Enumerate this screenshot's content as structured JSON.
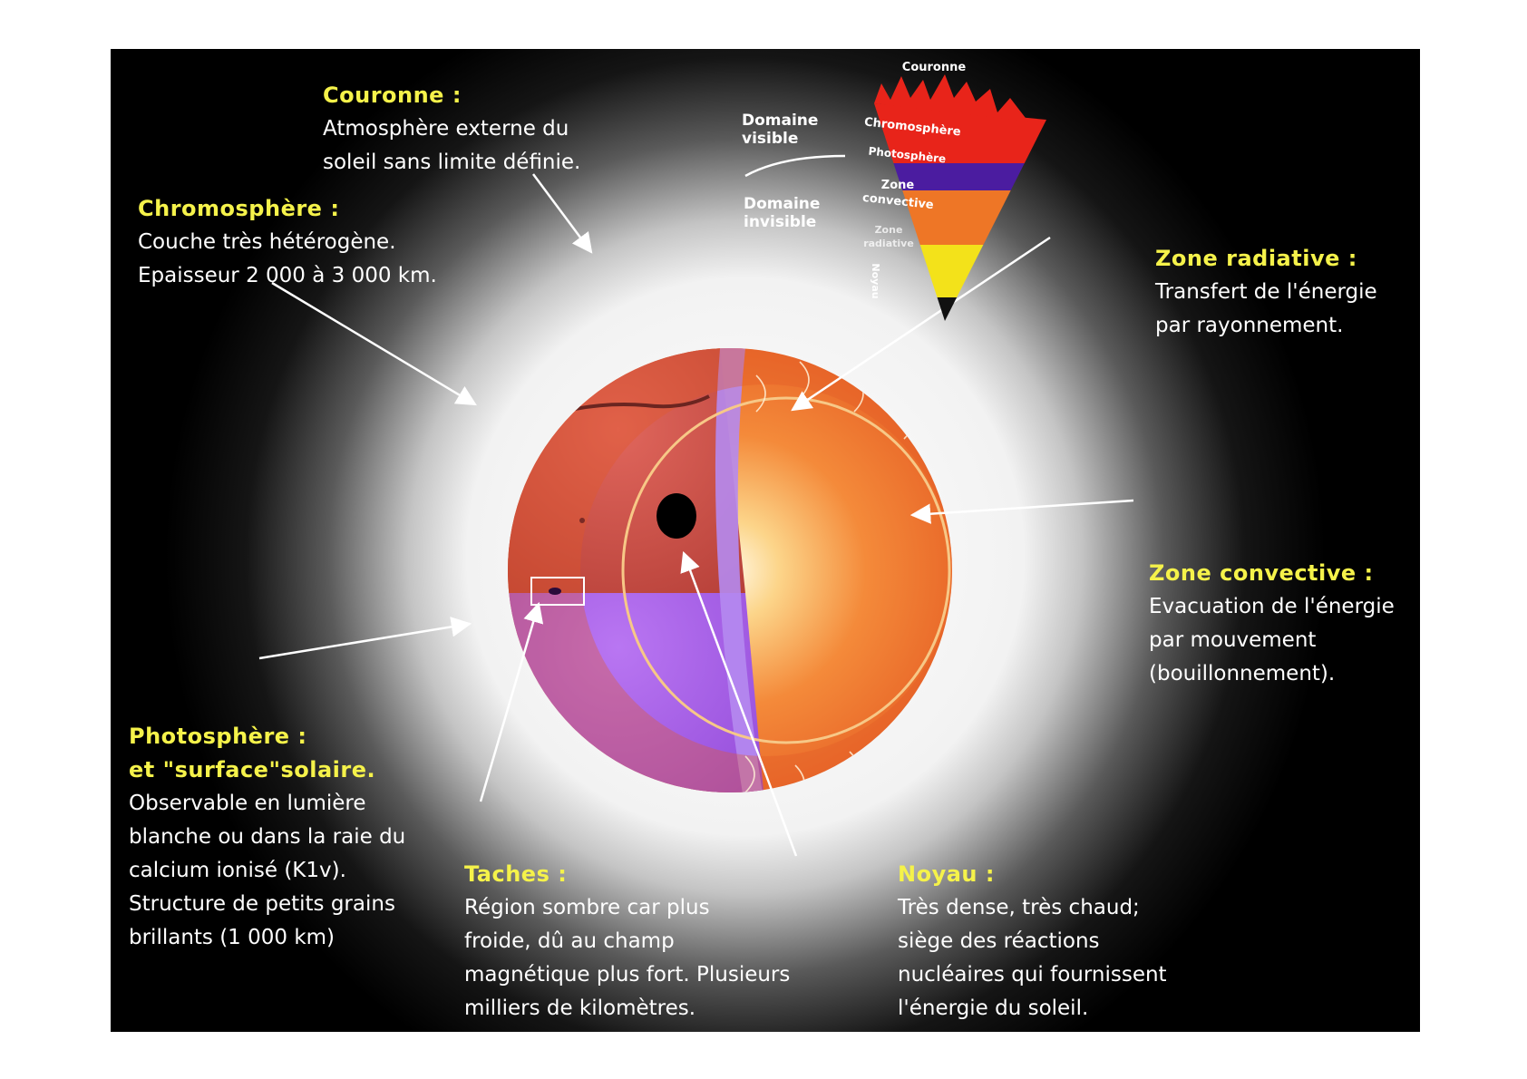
{
  "labels": {
    "couronne": {
      "title": "Couronne :",
      "lines": [
        "Atmosphère externe du",
        "soleil sans limite définie."
      ]
    },
    "chromosphere": {
      "title": "Chromosphère :",
      "lines": [
        "Couche très hétérogène.",
        "Epaisseur 2 000 à 3 000 km."
      ]
    },
    "zone_radiative": {
      "title": "Zone radiative :",
      "lines": [
        "Transfert de l'énergie",
        "par rayonnement."
      ]
    },
    "zone_convective": {
      "title": "Zone convective :",
      "lines": [
        "Evacuation de l'énergie",
        "par mouvement",
        "(bouillonnement)."
      ]
    },
    "photosphere": {
      "title": "Photosphère :",
      "title2": "et \"surface\"solaire.",
      "lines": [
        "Observable en lumière",
        "blanche ou dans la raie du",
        "calcium ionisé (K1v).",
        "Structure de petits grains",
        "brillants (1 000 km)"
      ]
    },
    "taches": {
      "title": "Taches :",
      "lines": [
        "Région sombre car plus",
        "froide, dû au champ",
        "magnétique plus fort. Plusieurs",
        "milliers de kilomètres."
      ]
    },
    "noyau": {
      "title": "Noyau :",
      "lines": [
        "Très dense, très chaud;",
        "siège des réactions",
        "nucléaires qui fournissent",
        "l'énergie du soleil."
      ]
    }
  },
  "wedge": {
    "couronne": "Couronne",
    "chromosphere": "Chromosphère",
    "photosphere": "Photosphère",
    "zone_convective_1": "Zone",
    "zone_convective_2": "convective",
    "zone_radiative_1": "Zone",
    "zone_radiative_2": "radiative",
    "noyau": "Noyau",
    "domaine_visible_1": "Domaine",
    "domaine_visible_2": "visible",
    "domaine_invisible_1": "Domaine",
    "domaine_invisible_2": "invisible"
  },
  "colors": {
    "background": "#000000",
    "heading": "#f5f24a",
    "text": "#ffffff",
    "chromosphere": "#c8403a",
    "photosphere": "#a65de8",
    "convective": "#e8602a",
    "radiative": "#f6a040",
    "core": "#000000"
  }
}
